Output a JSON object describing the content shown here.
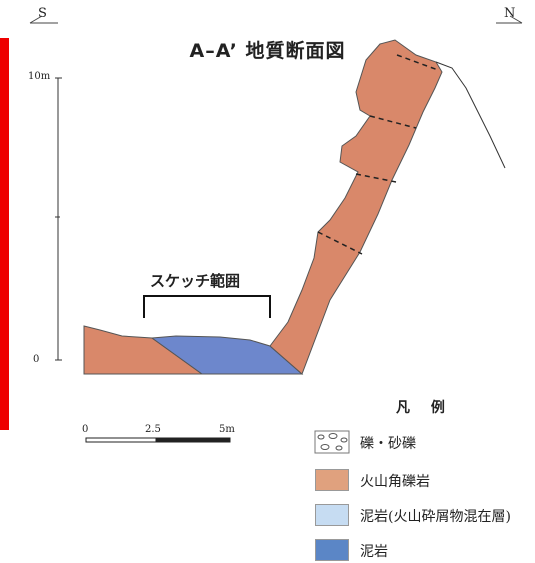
{
  "title": "A–A’ 地質断面図",
  "direction_left": "S",
  "direction_right": "N",
  "vertical_scale": {
    "top_label": "10m",
    "bottom_label": "0"
  },
  "sketch_label": "スケッチ範囲",
  "horizontal_scale": {
    "labels": [
      "0",
      "2.5",
      "5m"
    ]
  },
  "legend": {
    "title": "凡 例",
    "items": [
      {
        "label": "礫・砂礫",
        "color": "#ffffff",
        "icon": "gravel-pattern"
      },
      {
        "label": "火山角礫岩",
        "color": "#e0a17e"
      },
      {
        "label": "泥岩(火山砕屑物混在層)",
        "color": "#c6dcf2"
      },
      {
        "label": "泥岩",
        "color": "#5b86c6"
      }
    ]
  },
  "colors": {
    "accent_bar": "#ee0000",
    "volcanic_breccia": "#d9886a",
    "mudstone": "#6d87cc"
  }
}
